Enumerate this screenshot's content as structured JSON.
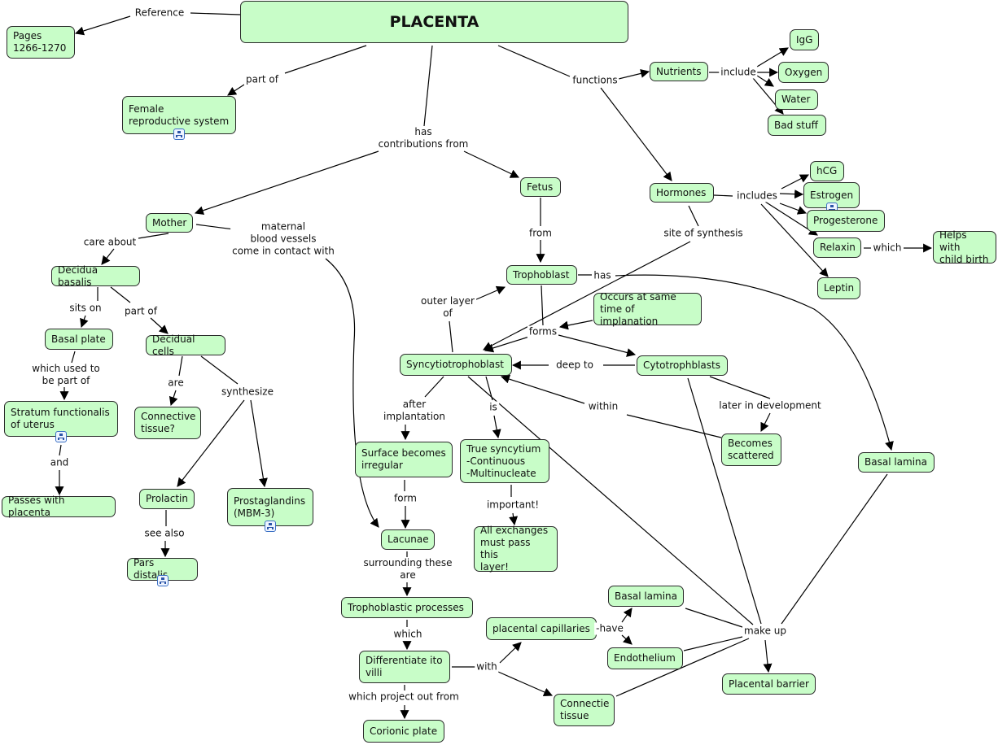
{
  "concepts": {
    "placenta": "PLACENTA",
    "pages": "Pages\n1266-1270",
    "female": "Female\nreproductive system",
    "mother": "Mother",
    "fetus": "Fetus",
    "nutrients": "Nutrients",
    "igg": "IgG",
    "oxygen": "Oxygen",
    "water": "Water",
    "bad": "Bad stuff",
    "hormones": "Hormones",
    "hcg": "hCG",
    "estrogen": "Estrogen",
    "progesterone": "Progesterone",
    "relaxin": "Relaxin",
    "helps": "Helps with\nchild birth",
    "leptin": "Leptin",
    "decidua": "Decidua basalis",
    "basal_plate": "Basal plate",
    "decidual_cells": "Decidual cells",
    "stratum": "Stratum functionalis\nof uterus",
    "passes": "Passes with placenta",
    "connective": "Connective\ntissue?",
    "prolactin": "Prolactin",
    "prostaglandins": "Prostaglandins\n(MBM-3)",
    "pars": "Pars distalis",
    "trophoblast": "Trophoblast",
    "occurs": "Occurs at same\ntime of implanation",
    "syncytio": "Syncytiotrophoblast",
    "cyto": "Cytotrophblasts",
    "surface": "Surface becomes\nirregular",
    "true_sync": "True syncytium\n-Continuous\n-Multinucleate",
    "becomes": "Becomes\nscattered",
    "basal_lamina1": "Basal lamina",
    "lacunae": "Lacunae",
    "all_ex": "All exchanges\nmust pass this\nlayer!",
    "tropho_proc": "Trophoblastic processes",
    "placental_cap": "placental capillaries",
    "basal_lamina2": "Basal lamina",
    "endothelium": "Endothelium",
    "diff": "Differentiate ito\nvilli",
    "placental_barrier": "Placental barrier",
    "connectie": "Connectie\ntissue",
    "corionic": "Corionic plate"
  },
  "linking_phrases": {
    "reference": "Reference",
    "part_of_1": "part of",
    "has_contrib": "has\ncontributions from",
    "functions": "functions",
    "include": "include",
    "includes": "includes",
    "which_1": "which",
    "site": "site of synthesis",
    "maternal": "maternal\nblood vessels\ncome in contact with",
    "care": "care about",
    "from": "from",
    "sits_on": "sits on",
    "part_of_2": "part of",
    "which_used": "which used to\nbe part of",
    "are_1": "are",
    "synthesize": "synthesize",
    "and": "and",
    "see_also": "see also",
    "has": "has",
    "outer": "outer layer\nof",
    "forms": "forms",
    "deep_to": "deep to",
    "within": "within",
    "later": "later in development",
    "after": "after\nimplantation",
    "is": "is",
    "form": "form",
    "important": "important!",
    "surrounding": "surrounding these\nare",
    "which_2": "which",
    "have": "-have",
    "make_up": "make up",
    "with": "with",
    "which_project": "which project out from"
  },
  "resource_icons": [
    "female",
    "estrogen",
    "stratum",
    "prostaglandins",
    "pars"
  ],
  "colors": {
    "concept_fill": "#c8fdc8",
    "concept_border": "#2a2a2a",
    "link": "#000000"
  }
}
